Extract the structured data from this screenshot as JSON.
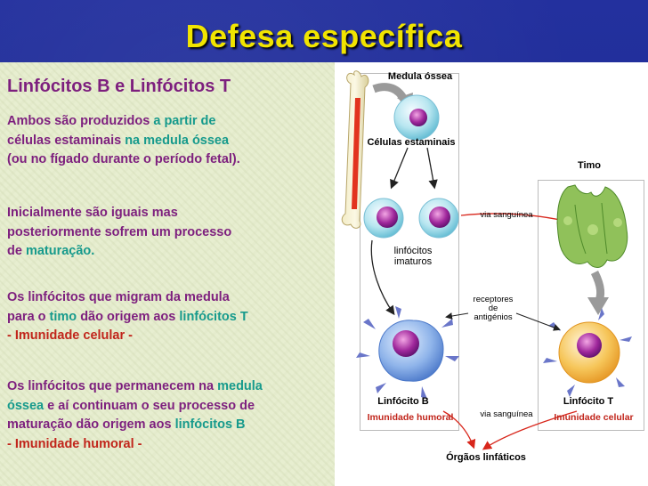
{
  "slide": {
    "title": "Defesa específica"
  },
  "left": {
    "subtitle": "Linfócitos B e Linfócitos T",
    "p1": {
      "line1_a": "Ambos são produzidos",
      "line1_b": "a partir de",
      "line2_a": "células estaminais",
      "line2_b": "na medula óssea",
      "line3": "(ou no fígado durante o período fetal)."
    },
    "p2": {
      "line1": "Inicialmente são iguais mas",
      "line2": "posteriormente sofrem um processo",
      "line3_a": "de",
      "line3_b": "maturação."
    },
    "p3": {
      "line1": "Os linfócitos que migram da medula",
      "line2_a": "para o",
      "line2_b": "timo",
      "line2_c": "dão origem aos",
      "line2_d": "linfócitos T",
      "line3": " - Imunidade celular -"
    },
    "p4": {
      "line1_a": "Os linfócitos que permanecem na",
      "line1_b": "medula",
      "line2_a": "óssea",
      "line2_b": "e aí continuam o seu processo de",
      "line3_a": "maturação dão origem aos",
      "line3_b": "linfócitos B",
      "line4": "- Imunidade humoral -"
    }
  },
  "figure": {
    "medula_ossea": "Medula óssea",
    "celulas_estaminais": "Células estaminais",
    "timo": "Timo",
    "via_sanguinea_1": "via sanguínea",
    "linfocitos_imaturos": "linfócitos\nimaturos",
    "linfocitos_imaturos_l1": "linfócitos",
    "linfocitos_imaturos_l2": "imaturos",
    "receptores_l1": "receptores",
    "receptores_l2": "de",
    "receptores_l3": "antigénios",
    "linfocito_b": "Linfócito B",
    "imunidade_humoral": "Imunidade humoral",
    "via_sanguinea_2": "via sanguínea",
    "linfocito_t": "Linfócito T",
    "imunidade_celular": "Imunidade celular",
    "orgaos_linfaticos": "Órgãos linfáticos"
  }
}
